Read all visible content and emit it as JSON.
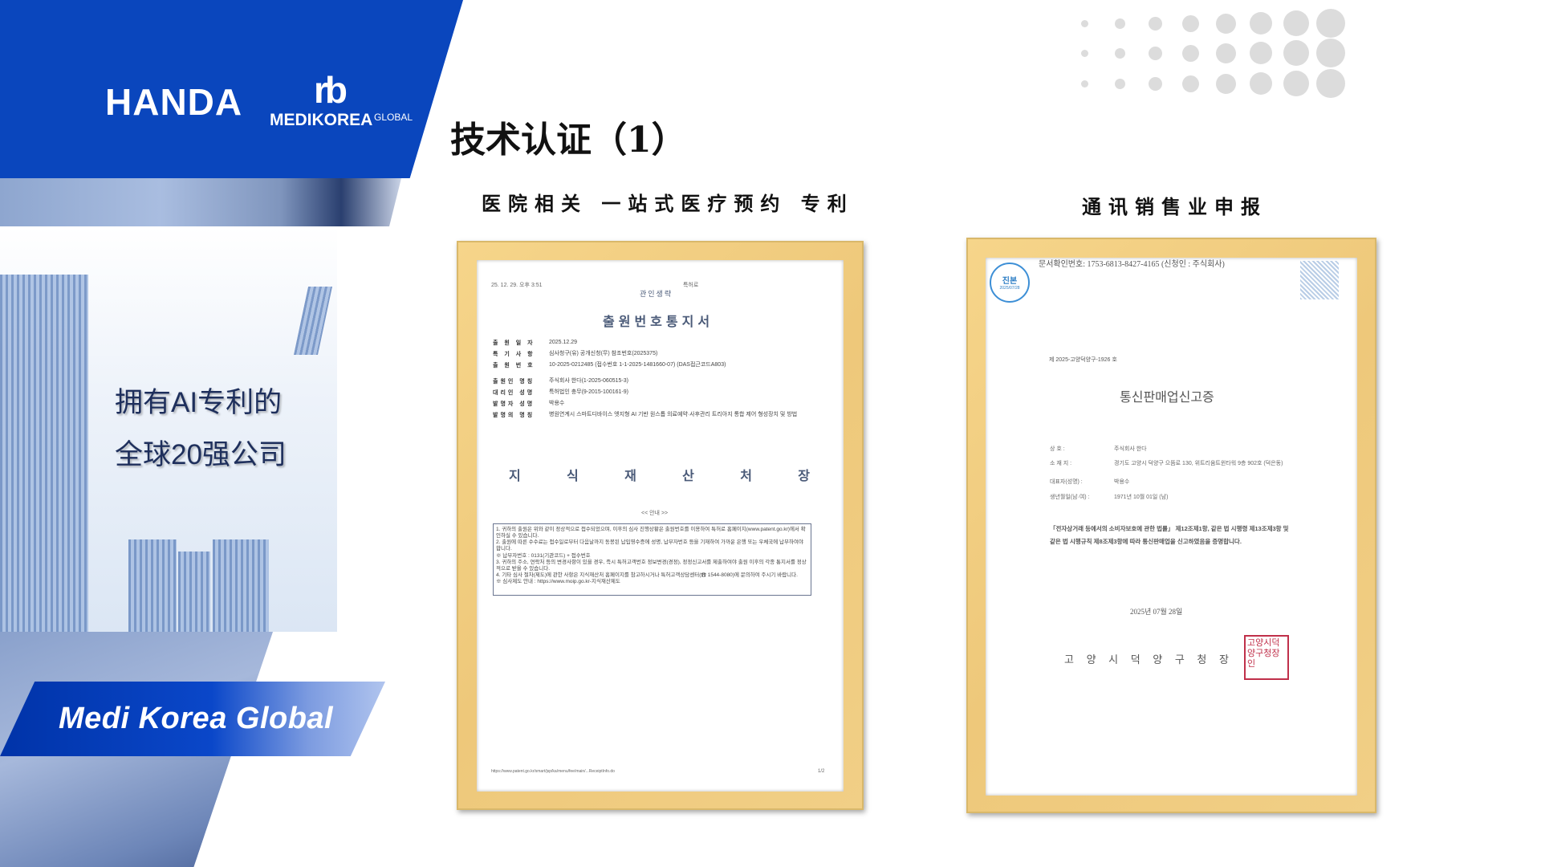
{
  "logos": {
    "handa": "HANDA",
    "medikorea_mark": "rb",
    "medikorea_name": "MEDIKOREA",
    "medikorea_global": "GLOBAL"
  },
  "left_panel": {
    "tagline_line1": "拥有AI专利的",
    "tagline_line2": "全球20强公司",
    "banner": "Medi Korea Global"
  },
  "title": "技术认证（1）",
  "certificates": [
    {
      "caption": "医院相关 一站式医疗预约 专利",
      "doc": {
        "header_time": "25. 12. 29. 오후 3:51",
        "header_right": "특허로",
        "stamp_note": "관인생략",
        "title": "출원번호통지서",
        "fields": [
          {
            "label": "출 원 일 자",
            "value": "2025.12.29"
          },
          {
            "label": "특 기 사 항",
            "value": "심사청구(유) 공개신청(무) 참조번호(2025375)"
          },
          {
            "label": "출 원 번 호",
            "value": "10-2025-0212485 (접수번호 1-1-2025-1481660-07) (DAS접근코드A803)"
          },
          {
            "label": "출원인 명칭",
            "value": "주식회사 한다(1-2025-060515-3)"
          },
          {
            "label": "대리인 성명",
            "value": "특허법인 충무(9-2015-100161-9)"
          },
          {
            "label": "발명자 성명",
            "value": "박용수"
          },
          {
            "label": "발명의 명칭",
            "value": "병원연계시 스마트디바이스 엣지형 AI 기반 원스톱 의료예약·사후관리 트리아지 통합 제어 형성장치 및 방법"
          }
        ],
        "issuer": [
          "지",
          "식",
          "재",
          "산",
          "처",
          "장"
        ],
        "notice_heading": "<< 안내 >>",
        "notice_lines": [
          "1. 귀하의 출원은 위와 같이 정상적으로 접수되었으며, 이후의 심사 진행상황은 출원번호를 이용하여 특허로 홈페이지(www.patent.go.kr)에서 확인하실 수 있습니다.",
          "2. 출원에 따른 수수료는 접수일로부터 다음날까지 동봉된 납입영수증에 성명, 납부자번호 등을 기재하여 가까운 은행 또는 우체국에 납부하여야 합니다.",
          "※ 납부자번호 : 0131(기관코드) + 접수번호",
          "3. 귀하의 주소, 연락처 등의 변경사항이 있을 경우, 즉시 특허고객번호 정보변경(경정), 정정신고서를 제출하여야 출원 이후의 각종 통지서를 정상적으로 받을 수 있습니다.",
          "4. 기타 심사 절차(제도)에 관한 사항은 지식재산처 홈페이지를 참고하시거나 특허고객상담센터(☎ 1544-8080)에 문의하여 주시기 바랍니다.",
          "※ 심사제도 안내 : https://www.moip.go.kr-지식재산제도"
        ],
        "footer_url": "https://www.patent.go.kr/smart/jsp/ka/menu/fee/main/...ReceiptInfo.do",
        "footer_page": "1/2"
      }
    },
    {
      "caption": "通讯销售业申报",
      "doc": {
        "doc_check_no": "문서확인번호: 1753-6813-8427-4165 (신청인 : 주식회사)",
        "seal_text": "진본",
        "seal_date": "2025/07/28",
        "reg_no": "제 2025-고양덕양구-1926 호",
        "title": "통신판매업신고증",
        "fields": [
          {
            "label": "상 호 :",
            "value": "주식회사 한다"
          },
          {
            "label": "소 재 지 :",
            "value": "경기도 고양시 덕양구 으뜸로 130, 위트리움트윈타워 9층 902호 (덕은동)"
          },
          {
            "label": "대표자(성명) :",
            "value": "박용수"
          },
          {
            "label": "생년월일(남·여) :",
            "value": "1971년 10월 01일 (남)"
          }
        ],
        "body": "「전자상거래 등에서의 소비자보호에 관한 법률」 제12조제1항, 같은 법 시행령 제13조제3항 및 같은 법 시행규칙 제8조제3항에 따라 통신판매업을 신고하였음을 증명합니다.",
        "date": "2025년 07월 28일",
        "issuer": "고 양 시   덕 양 구 청 장",
        "red_seal": "고양시덕양구청장인"
      }
    }
  ],
  "colors": {
    "brand_blue": "#0a46bd",
    "frame_gold": "#eec87a",
    "seal_red": "#c0304a"
  }
}
